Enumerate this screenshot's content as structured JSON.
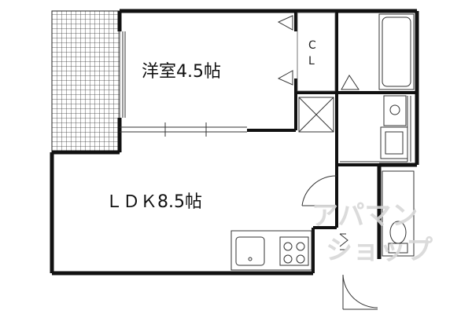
{
  "rooms": {
    "western": {
      "label": "洋室4.5帖"
    },
    "ldk": {
      "label": "ＬＤＫ8.5帖"
    },
    "closet": {
      "line1": "C",
      "line2": "L"
    }
  },
  "watermark": {
    "line1": "アパマン",
    "line2": "ショップ"
  },
  "colors": {
    "wall": "#111111",
    "line": "#444444",
    "watermark": "#d8d8d8"
  }
}
